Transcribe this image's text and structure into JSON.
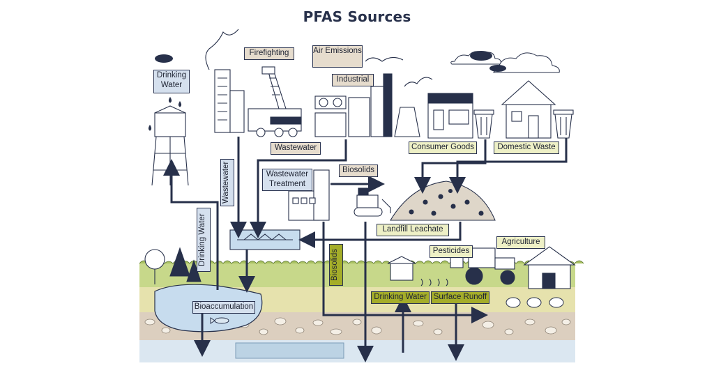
{
  "title": "PFAS Sources",
  "labels": {
    "drinking_water_top": "Drinking Water",
    "firefighting": "Firefighting",
    "air_emissions": "Air Emissions",
    "industrial": "Industrial",
    "wastewater_h": "Wastewater",
    "wastewater_v": "Wastewater",
    "consumer_goods": "Consumer Goods",
    "domestic_waste": "Domestic Waste",
    "wastewater_treatment": "Wastewater Treatment",
    "biosolids_h": "Biosolids",
    "landfill_leachate": "Landfill Leachate",
    "drinking_water_vert": "Drinking Water",
    "pesticides": "Pesticides",
    "agriculture": "Agriculture",
    "biosolids_v": "Biosolids",
    "drinking_water_ground": "Drinking Water",
    "surface_runoff": "Surface Runoff",
    "bioaccumulation": "Bioaccumulation"
  },
  "colors": {
    "ink": "#27304a",
    "label_blue": "#d5e0ee",
    "label_tan": "#e6dccd",
    "label_cream": "#eef0c6",
    "label_olive": "#a4ad29",
    "grass": "#c7d88a",
    "soil": "#d7cdbf",
    "water": "#dbe7f1",
    "pond": "#c7dcee"
  }
}
